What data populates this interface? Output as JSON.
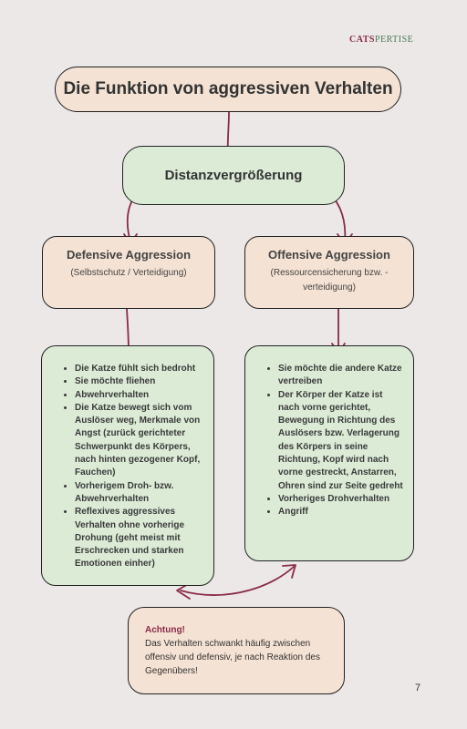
{
  "brand": {
    "part1": "CATS",
    "part2": "PERTISE"
  },
  "title": "Die Funktion von aggressiven Verhalten",
  "center": "Distanzvergrößerung",
  "defensive": {
    "heading": "Defensive Aggression",
    "sub": "(Selbstschutz / Verteidigung)",
    "items": [
      "Die Katze fühlt sich bedroht",
      "Sie möchte fliehen",
      "Abwehrverhalten",
      "Die Katze bewegt sich vom Auslöser weg, Merkmale von Angst (zurück gerichteter Schwerpunkt des Körpers, nach hinten gezogener Kopf, Fauchen)",
      "Vorherigem Droh- bzw. Abwehrverhalten",
      "Reflexives aggressives Verhalten ohne vorherige Drohung (geht meist mit Erschrecken und starken Emotionen einher)"
    ]
  },
  "offensive": {
    "heading": "Offensive Aggression",
    "sub": "(Ressourcensicherung bzw. -verteidigung)",
    "items": [
      "Sie möchte die andere Katze vertreiben",
      "Der Körper der Katze ist nach vorne gerichtet, Bewegung in Richtung des Auslösers bzw. Verlagerung des Körpers in seine Richtung, Kopf wird nach vorne gestreckt, Anstarren, Ohren sind zur Seite gedreht",
      "Vorheriges Drohverhalten",
      "Angriff"
    ]
  },
  "note": {
    "heading": "Achtung!",
    "text": "Das Verhalten schwankt häufig zwischen offensiv und defensiv, je nach Reaktion des Gegenübers!"
  },
  "page_number": "7",
  "colors": {
    "arrow": "#8a2b4a",
    "peach": "#f4e2d4",
    "green": "#dcebd6",
    "background": "#ebe8e7"
  }
}
